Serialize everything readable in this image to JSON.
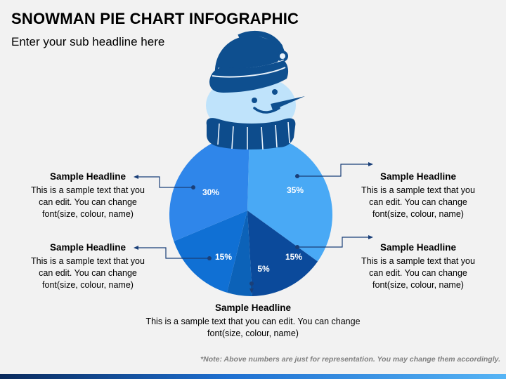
{
  "title": "SNOWMAN PIE CHART INFOGRAPHIC",
  "subtitle": "Enter your sub headline here",
  "chart_data": {
    "type": "pie",
    "slices": [
      {
        "label": "30%",
        "value": 30,
        "color": "#2f86ea"
      },
      {
        "label": "35%",
        "value": 35,
        "color": "#49a9f5"
      },
      {
        "label": "15%",
        "value": 15,
        "color": "#0b4a9b"
      },
      {
        "label": "5%",
        "value": 5,
        "color": "#0c62b8"
      },
      {
        "label": "15%",
        "value": 15,
        "color": "#1070d4"
      }
    ]
  },
  "callouts": {
    "top_left": {
      "headline": "Sample Headline",
      "body": "This is a sample text that you can edit. You can change font(size, colour, name)"
    },
    "mid_left": {
      "headline": "Sample Headline",
      "body": "This is a sample text that you can edit. You can change font(size, colour, name)"
    },
    "top_right": {
      "headline": "Sample Headline",
      "body": "This is a sample text that you can edit. You can change font(size, colour, name)"
    },
    "mid_right": {
      "headline": "Sample Headline",
      "body": "This is a sample text that you can edit. You can change font(size, colour, name)"
    },
    "bottom": {
      "headline": "Sample Headline",
      "body": "This is a sample text that you can edit. You can change font(size, colour, name)"
    }
  },
  "note": "*Note: Above numbers are just for representation. You may change them accordingly.",
  "colors": {
    "hat": "#0e4f8f",
    "scarf": "#0d4c8c",
    "head": "#bfe3fb",
    "connector": "#1a3f78"
  }
}
